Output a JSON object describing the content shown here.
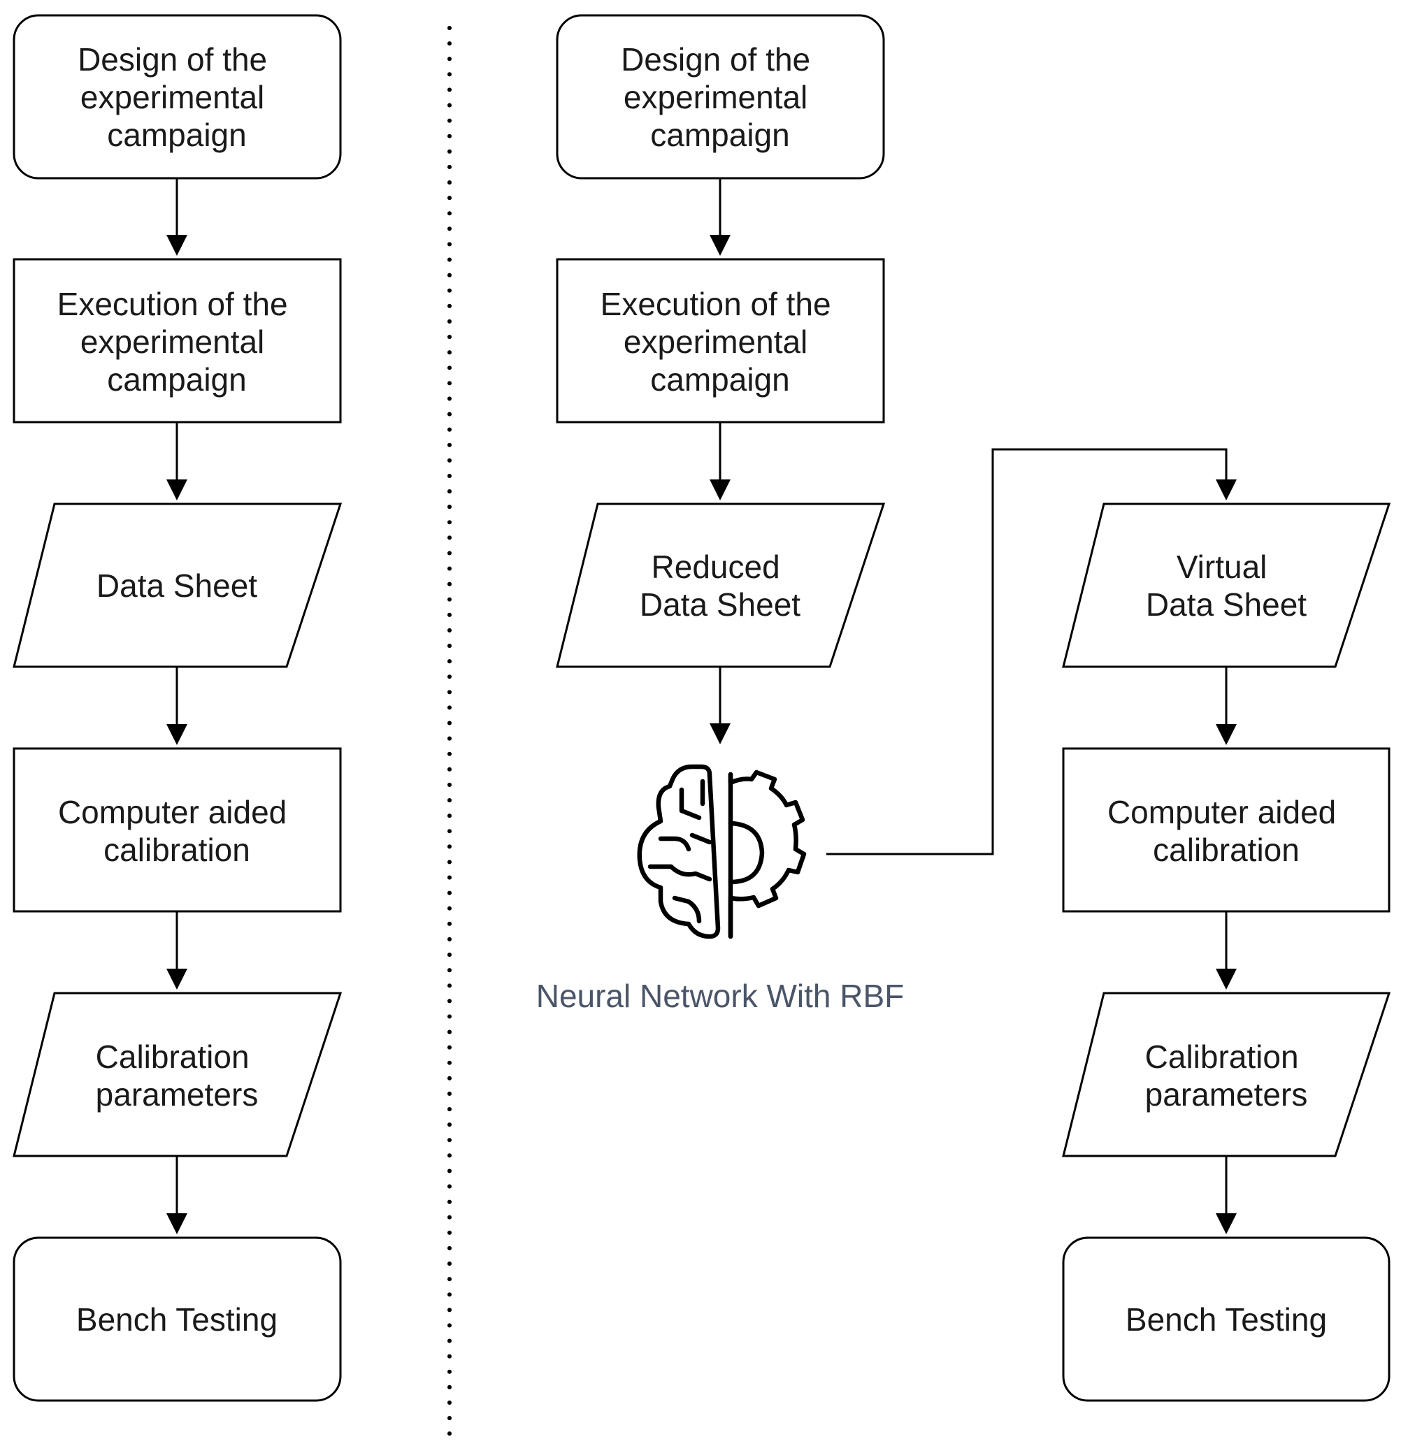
{
  "left_flow": {
    "design": [
      "Design of the",
      "experimental",
      "campaign"
    ],
    "execution": [
      "Execution of the",
      "experimental",
      "campaign"
    ],
    "data_sheet": [
      "Data Sheet"
    ],
    "calibration": [
      "Computer aided",
      "calibration"
    ],
    "parameters": [
      "Calibration",
      "parameters"
    ],
    "bench": [
      "Bench Testing"
    ]
  },
  "right_flow": {
    "design": [
      "Design of the",
      "experimental",
      "campaign"
    ],
    "execution": [
      "Execution of the",
      "experimental",
      "campaign"
    ],
    "reduced_data_sheet": [
      "Reduced",
      "Data Sheet"
    ],
    "neural_network_label": "Neural Network With RBF",
    "virtual_data_sheet": [
      "Virtual",
      "Data Sheet"
    ],
    "calibration": [
      "Computer aided",
      "calibration"
    ],
    "parameters": [
      "Calibration",
      "parameters"
    ],
    "bench": [
      "Bench Testing"
    ]
  },
  "icons": {
    "neural_network": "brain-gear-icon"
  },
  "colors": {
    "stroke": "#000000",
    "text": "#1a1a1a",
    "nn_label": "#4a5568",
    "background": "#ffffff"
  }
}
